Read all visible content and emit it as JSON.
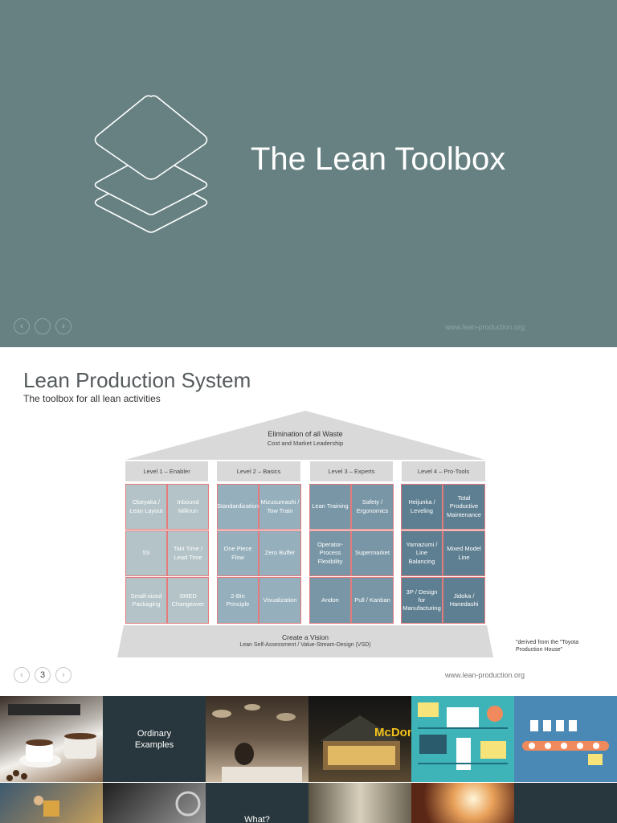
{
  "slide1": {
    "title": "The Lean Toolbox",
    "logo_icon": "layers-icon",
    "nav": {
      "prev": "‹",
      "page": "",
      "next": "›"
    },
    "url": "www.lean-production.org",
    "background": "#678182"
  },
  "slide2": {
    "title": "Lean Production System",
    "subtitle": "The toolbox for all lean activities",
    "roof": {
      "title": "Elimination of all Waste",
      "subtitle": "Cost and Market Leadership"
    },
    "levels": [
      {
        "name": "Level 1 – Enabler",
        "cells": [
          "Obeyaka / Lean Layout",
          "Inbound Milkrun",
          "5S",
          "Takt Time / Lead Time",
          "Small-sized Packaging",
          "SMED Changeover"
        ]
      },
      {
        "name": "Level 2 – Basics",
        "cells": [
          "Standardization",
          "Mizusumashi / Tow Train",
          "One Piece Flow",
          "Zero Buffer",
          "2-Bin Principle",
          "Visualization"
        ]
      },
      {
        "name": "Level 3 – Experts",
        "cells": [
          "Lean Training",
          "Safety / Ergonomics",
          "Operator-Process Flexibility",
          "Supermarket",
          "Andon",
          "Pull / Kanban"
        ]
      },
      {
        "name": "Level 4 – Pro-Tools",
        "cells": [
          "Heijunka / Leveling",
          "Total Productive Maintenance",
          "Yamazumi / Line Balancing",
          "Mixed Model Line",
          "3P / Design for Manufacturing",
          "Jidoka / Hanedashi"
        ]
      }
    ],
    "base": {
      "title": "Create a Vision",
      "subtitle": "Lean Self-Assessment / Value-Stream-Design (VSD)"
    },
    "footnote": "\"derived from the \"Toyota Production House\"",
    "nav": {
      "prev": "‹",
      "page": "3",
      "next": "›"
    },
    "url": "www.lean-production.org"
  },
  "thumbnails": {
    "tiles": [
      {
        "label": "",
        "icon": "coffee-photo"
      },
      {
        "label": "Ordinary\nExamples",
        "icon": ""
      },
      {
        "label": "",
        "icon": "restaurant-photo"
      },
      {
        "label": "",
        "icon": "mcdonalds-photo"
      },
      {
        "label": "",
        "icon": "factory-infographic"
      },
      {
        "label": "",
        "icon": "assembly-line-infographic"
      },
      {
        "label": "",
        "icon": "mechanic-photo"
      },
      {
        "label": "",
        "icon": "car-photo"
      },
      {
        "label": "What?",
        "icon": ""
      },
      {
        "label": "",
        "icon": "texture-photo"
      },
      {
        "label": "",
        "icon": "glow-photo"
      },
      {
        "label": "",
        "icon": ""
      }
    ]
  }
}
